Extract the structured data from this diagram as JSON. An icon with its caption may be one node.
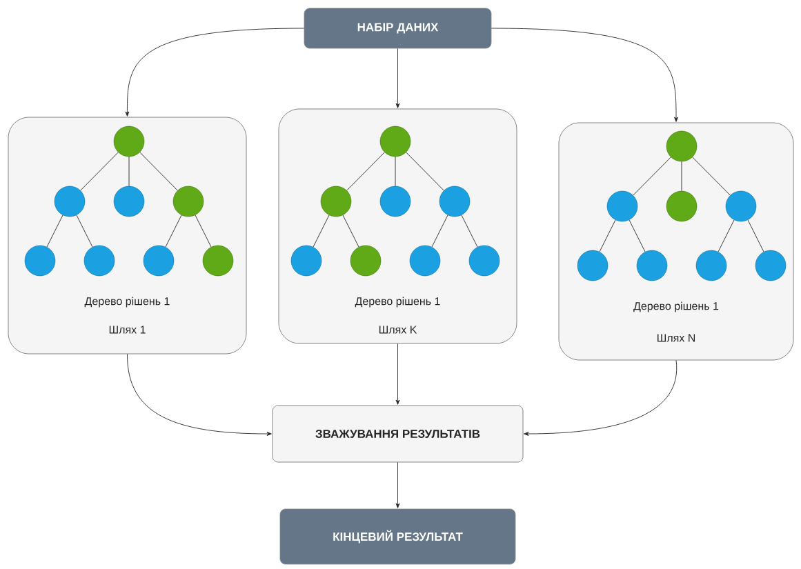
{
  "diagram": {
    "nodes": [
      {
        "text": [
          "НАБІР ДАНИХ"
        ]
      },
      {
        "text": [
          "Дерево рішень 1",
          "Шлях 1"
        ]
      },
      {
        "text": [],
        "shape": "circle",
        "in": 1
      },
      {
        "text": [],
        "shape": "circle",
        "in": 1
      },
      {
        "text": [],
        "shape": "circle",
        "in": 1
      },
      {
        "text": [],
        "shape": "circle",
        "in": 1
      },
      {
        "text": [],
        "shape": "circle",
        "in": 1
      },
      {
        "text": [],
        "shape": "circle",
        "in": 1
      },
      {
        "text": [],
        "shape": "circle",
        "in": 1
      },
      {
        "text": [],
        "shape": "circle",
        "in": 1
      },
      {
        "text": [
          "Дерево рішень 1",
          "Шлях K"
        ]
      },
      {
        "text": [],
        "shape": "circle",
        "in": 10
      },
      {
        "text": [],
        "shape": "circle",
        "in": 10
      },
      {
        "text": [],
        "shape": "circle",
        "in": 10
      },
      {
        "text": [],
        "shape": "circle",
        "in": 10
      },
      {
        "text": [],
        "shape": "circle",
        "in": 10
      },
      {
        "text": [],
        "shape": "circle",
        "in": 10
      },
      {
        "text": [],
        "shape": "circle",
        "in": 10
      },
      {
        "text": [],
        "shape": "circle",
        "in": 10
      },
      {
        "text": [
          "Дерево рішень 1",
          "Шлях N"
        ]
      },
      {
        "text": [],
        "shape": "circle",
        "in": 19
      },
      {
        "text": [],
        "shape": "circle",
        "in": 19
      },
      {
        "text": [],
        "shape": "circle",
        "in": 19
      },
      {
        "text": [],
        "shape": "circle",
        "in": 19
      },
      {
        "text": [],
        "shape": "circle",
        "in": 19
      },
      {
        "text": [],
        "shape": "circle",
        "in": 19
      },
      {
        "text": [],
        "shape": "circle",
        "in": 19
      },
      {
        "text": [],
        "shape": "circle",
        "in": 19
      },
      {
        "text": [
          "ЗВАЖУВАННЯ РЕЗУЛЬТАТІВ"
        ]
      },
      {
        "text": [
          "КІНЦЕВИЙ РЕЗУЛЬТАТ"
        ]
      }
    ],
    "edges": [
      {
        "from": 0,
        "to": 1,
        "arrow": "to"
      },
      {
        "from": 0,
        "to": 10,
        "arrow": "to"
      },
      {
        "from": 0,
        "to": 19,
        "arrow": "to"
      },
      {
        "from": 1,
        "to": 28,
        "arrow": "to"
      },
      {
        "from": 10,
        "to": 28,
        "arrow": "to"
      },
      {
        "from": 19,
        "to": 28,
        "arrow": "to"
      },
      {
        "from": 28,
        "to": 29,
        "arrow": "to"
      },
      {
        "from": 2,
        "to": 3,
        "arrow": "none"
      },
      {
        "from": 2,
        "to": 4,
        "arrow": "none"
      },
      {
        "from": 2,
        "to": 5,
        "arrow": "none"
      },
      {
        "from": 3,
        "to": 6,
        "arrow": "none"
      },
      {
        "from": 3,
        "to": 7,
        "arrow": "none"
      },
      {
        "from": 5,
        "to": 8,
        "arrow": "none"
      },
      {
        "from": 5,
        "to": 9,
        "arrow": "none"
      },
      {
        "from": 11,
        "to": 12,
        "arrow": "none"
      },
      {
        "from": 11,
        "to": 13,
        "arrow": "none"
      },
      {
        "from": 11,
        "to": 14,
        "arrow": "none"
      },
      {
        "from": 12,
        "to": 15,
        "arrow": "none"
      },
      {
        "from": 12,
        "to": 16,
        "arrow": "none"
      },
      {
        "from": 14,
        "to": 17,
        "arrow": "none"
      },
      {
        "from": 14,
        "to": 18,
        "arrow": "none"
      },
      {
        "from": 20,
        "to": 21,
        "arrow": "none"
      },
      {
        "from": 20,
        "to": 22,
        "arrow": "none"
      },
      {
        "from": 20,
        "to": 23,
        "arrow": "none"
      },
      {
        "from": 21,
        "to": 24,
        "arrow": "none"
      },
      {
        "from": 21,
        "to": 25,
        "arrow": "none"
      },
      {
        "from": 23,
        "to": 26,
        "arrow": "none"
      },
      {
        "from": 23,
        "to": 27,
        "arrow": "none"
      }
    ]
  }
}
